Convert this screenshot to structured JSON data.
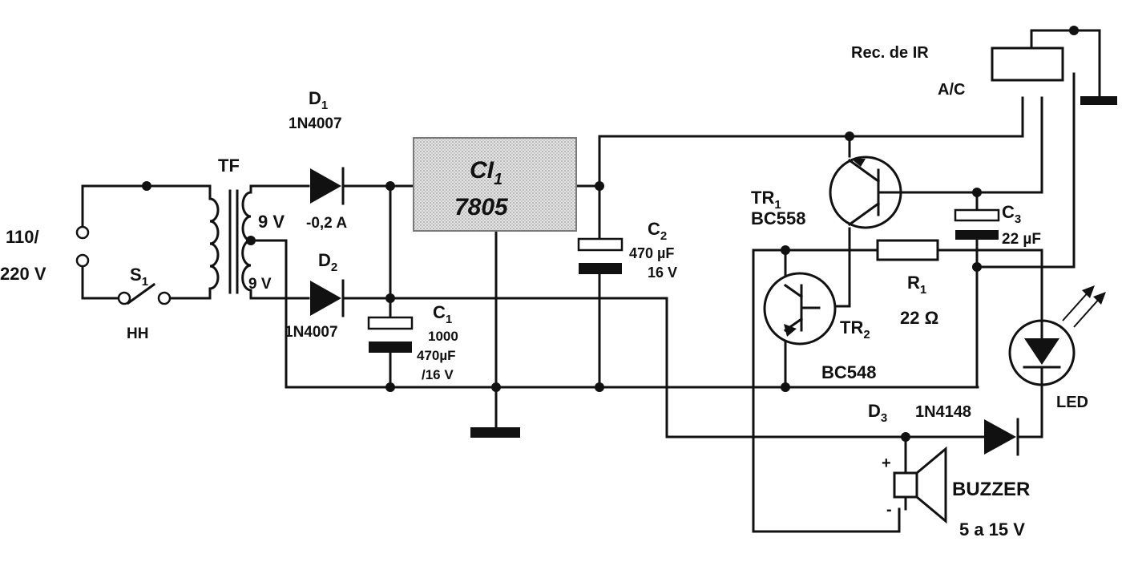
{
  "mains": {
    "voltage_line1": "110/",
    "voltage_line2": "220 V"
  },
  "switch": {
    "ref": "S",
    "ref_sub": "1",
    "type": "HH"
  },
  "transformer": {
    "ref": "TF",
    "secondary_upper": "9 V",
    "secondary_rating": "-0,2 A",
    "secondary_lower": "9 V"
  },
  "diode1": {
    "ref": "D",
    "ref_sub": "1",
    "part": "1N4007"
  },
  "diode2": {
    "ref": "D",
    "ref_sub": "2",
    "part": "1N4007"
  },
  "diode3": {
    "ref": "D",
    "ref_sub": "3",
    "part": "1N4148"
  },
  "regulator": {
    "ref": "CI",
    "ref_sub": "1",
    "part": "7805"
  },
  "cap1": {
    "ref": "C",
    "ref_sub": "1",
    "value_line1": "1000",
    "value_line2": "470µF",
    "value_line3": "/16 V"
  },
  "cap2": {
    "ref": "C",
    "ref_sub": "2",
    "value_line1": "470 µF",
    "value_line2": "16 V"
  },
  "cap3": {
    "ref": "C",
    "ref_sub": "3",
    "value": "22 µF"
  },
  "tr1": {
    "ref": "TR",
    "ref_sub": "1",
    "part": "BC558"
  },
  "tr2": {
    "ref": "TR",
    "ref_sub": "2",
    "part": "BC548"
  },
  "resistor1": {
    "ref": "R",
    "ref_sub": "1",
    "value": "22 Ω"
  },
  "ir_receiver": {
    "label_line1": "Rec. de IR",
    "label_line2": "A/C"
  },
  "led": {
    "label": "LED"
  },
  "buzzer": {
    "label": "BUZZER",
    "rating": "5 a 15 V",
    "plus": "+",
    "minus": "-"
  }
}
